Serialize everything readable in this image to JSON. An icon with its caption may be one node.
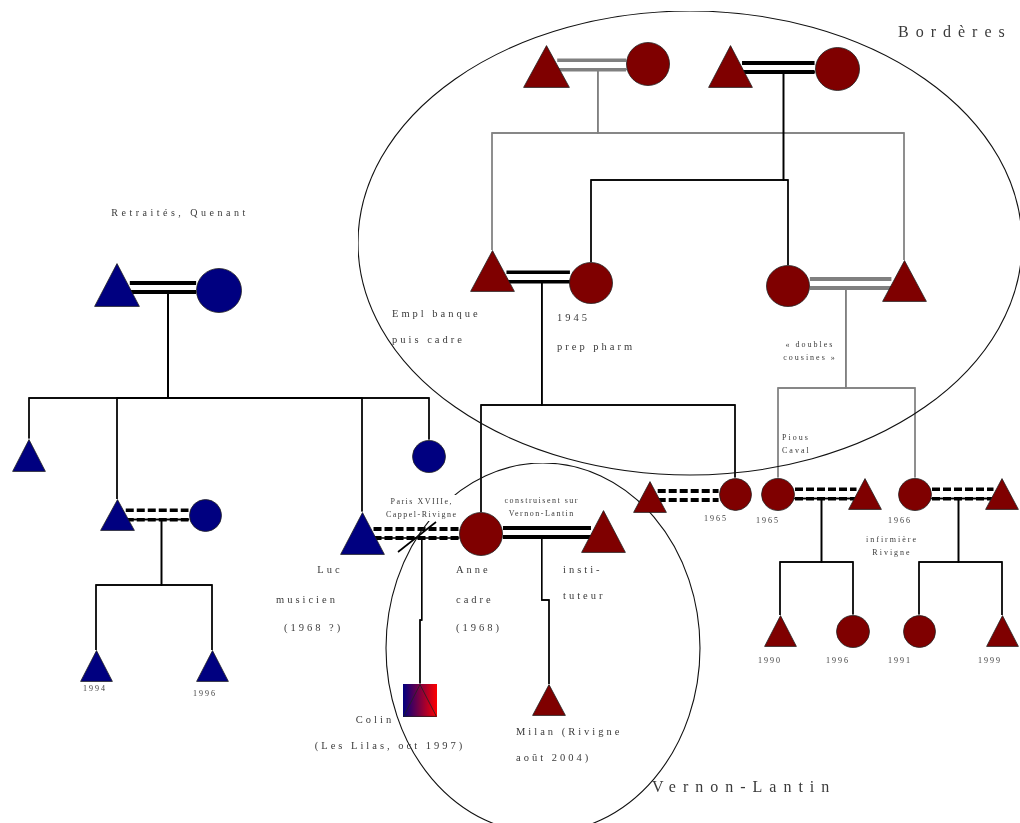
{
  "diagram": {
    "nodes": [
      {
        "text": [
          "Bordères"
        ]
      },
      {
        "text": [],
        "shape": "triangle",
        "in": 0
      },
      {
        "text": [],
        "shape": "circle",
        "in": 0
      },
      {
        "text": [],
        "shape": "triangle",
        "in": 0
      },
      {
        "text": [],
        "shape": "circle",
        "in": 0
      },
      {
        "text": [],
        "shape": "triangle",
        "in": 0,
        "beside": [
          "Empl banque puis cadre"
        ]
      },
      {
        "text": [],
        "shape": "circle",
        "in": 0,
        "beside": [
          "1945",
          "prep pharm"
        ]
      },
      {
        "text": [],
        "shape": "circle",
        "in": 0
      },
      {
        "text": [],
        "shape": "triangle",
        "in": 0
      },
      {
        "text": [],
        "shape": "triangle"
      },
      {
        "text": [],
        "shape": "circle"
      },
      {
        "text": [],
        "shape": "triangle"
      },
      {
        "text": [],
        "shape": "triangle"
      },
      {
        "text": [],
        "shape": "circle"
      },
      {
        "text": [],
        "shape": "triangle",
        "beside": [
          "Luc",
          "musicien",
          "(1968 ?)"
        ]
      },
      {
        "text": [],
        "shape": "circle"
      },
      {
        "text": [
          "Vernon-Lantin"
        ]
      },
      {
        "text": [],
        "shape": "circle",
        "in": 16,
        "beside": [
          "Anne",
          "cadre",
          "(1968)"
        ]
      },
      {
        "text": [],
        "shape": "triangle",
        "in": 16,
        "beside": [
          "insti- tuteur"
        ]
      },
      {
        "text": [],
        "shape": "triangle",
        "in": 16,
        "beside": [
          "Colin",
          "(Les Lilas, oct 1997)"
        ]
      },
      {
        "text": [],
        "shape": "triangle",
        "in": 16,
        "beside": [
          "Milan (Rivigne août 2004)"
        ]
      },
      {
        "text": [],
        "shape": "triangle",
        "beside": [
          "1994"
        ]
      },
      {
        "text": [],
        "shape": "triangle",
        "beside": [
          "1996"
        ]
      },
      {
        "text": [],
        "shape": "triangle"
      },
      {
        "text": [],
        "shape": "circle",
        "beside": [
          "1965"
        ]
      },
      {
        "text": [],
        "shape": "circle",
        "beside": [
          "Pious Caval",
          "1965"
        ]
      },
      {
        "text": [],
        "shape": "triangle"
      },
      {
        "text": [],
        "shape": "circle",
        "beside": [
          "1966",
          "infirmière Rivigne"
        ]
      },
      {
        "text": [],
        "shape": "triangle"
      },
      {
        "text": [],
        "shape": "triangle",
        "beside": [
          "1990"
        ]
      },
      {
        "text": [],
        "shape": "circle",
        "beside": [
          "1996"
        ]
      },
      {
        "text": [],
        "shape": "circle",
        "beside": [
          "1991"
        ]
      },
      {
        "text": [],
        "shape": "triangle",
        "beside": [
          "1999"
        ]
      }
    ],
    "edges": [
      {
        "from": 1,
        "to": 2,
        "arrow": "none",
        "style": "thick",
        "color": "#808080"
      },
      {
        "from": 3,
        "to": 4,
        "arrow": "none",
        "style": "thick"
      },
      {
        "from": 5,
        "to": 6,
        "arrow": "none",
        "style": "thick"
      },
      {
        "from": 7,
        "to": 8,
        "arrow": "none",
        "style": "thick",
        "color": "#808080"
      },
      {
        "from": 9,
        "to": 10,
        "arrow": "none",
        "style": "thick"
      },
      {
        "from": 12,
        "to": 13,
        "arrow": "none",
        "style": "dashed"
      },
      {
        "from": 14,
        "to": 17,
        "arrow": "none",
        "style": "dashed",
        "label": "Paris XVIIIe, Cappel-Rivigne"
      },
      {
        "from": 17,
        "to": 18,
        "arrow": "none",
        "style": "thick",
        "label": "construisent sur Vernon-Lantin"
      },
      {
        "from": 23,
        "to": 24,
        "arrow": "none",
        "style": "dashed"
      },
      {
        "from": 25,
        "to": 26,
        "arrow": "none",
        "style": "dashed"
      },
      {
        "from": 27,
        "to": 28,
        "arrow": "none",
        "style": "dashed"
      },
      {
        "from": 1,
        "to": 5,
        "arrow": "none",
        "color": "#808080"
      },
      {
        "from": 2,
        "to": 5,
        "arrow": "none",
        "color": "#808080"
      },
      {
        "from": 1,
        "to": 8,
        "arrow": "none",
        "color": "#808080"
      },
      {
        "from": 2,
        "to": 8,
        "arrow": "none",
        "color": "#808080"
      },
      {
        "from": 3,
        "to": 6,
        "arrow": "none"
      },
      {
        "from": 4,
        "to": 6,
        "arrow": "none"
      },
      {
        "from": 3,
        "to": 7,
        "arrow": "none"
      },
      {
        "from": 4,
        "to": 7,
        "arrow": "none"
      },
      {
        "from": 5,
        "to": 17,
        "arrow": "none"
      },
      {
        "from": 6,
        "to": 17,
        "arrow": "none"
      },
      {
        "from": 5,
        "to": 24,
        "arrow": "none"
      },
      {
        "from": 6,
        "to": 24,
        "arrow": "none"
      },
      {
        "from": 7,
        "to": 25,
        "arrow": "none",
        "color": "#808080"
      },
      {
        "from": 8,
        "to": 25,
        "arrow": "none",
        "color": "#808080"
      },
      {
        "from": 7,
        "to": 27,
        "arrow": "none",
        "color": "#808080"
      },
      {
        "from": 8,
        "to": 27,
        "arrow": "none",
        "color": "#808080"
      },
      {
        "from": 9,
        "to": 11,
        "arrow": "none"
      },
      {
        "from": 10,
        "to": 11,
        "arrow": "none"
      },
      {
        "from": 9,
        "to": 12,
        "arrow": "none"
      },
      {
        "from": 10,
        "to": 12,
        "arrow": "none"
      },
      {
        "from": 9,
        "to": 14,
        "arrow": "none"
      },
      {
        "from": 10,
        "to": 14,
        "arrow": "none"
      },
      {
        "from": 9,
        "to": 15,
        "arrow": "none"
      },
      {
        "from": 10,
        "to": 15,
        "arrow": "none"
      },
      {
        "from": 12,
        "to": 21,
        "arrow": "none"
      },
      {
        "from": 13,
        "to": 21,
        "arrow": "none"
      },
      {
        "from": 12,
        "to": 22,
        "arrow": "none"
      },
      {
        "from": 13,
        "to": 22,
        "arrow": "none"
      },
      {
        "from": 14,
        "to": 19,
        "arrow": "none"
      },
      {
        "from": 17,
        "to": 19,
        "arrow": "none"
      },
      {
        "from": 17,
        "to": 20,
        "arrow": "none"
      },
      {
        "from": 18,
        "to": 20,
        "arrow": "none"
      },
      {
        "from": 25,
        "to": 29,
        "arrow": "none"
      },
      {
        "from": 26,
        "to": 29,
        "arrow": "none"
      },
      {
        "from": 25,
        "to": 30,
        "arrow": "none"
      },
      {
        "from": 26,
        "to": 30,
        "arrow": "none"
      },
      {
        "from": 27,
        "to": 31,
        "arrow": "none"
      },
      {
        "from": 28,
        "to": 31,
        "arrow": "none"
      },
      {
        "from": 27,
        "to": 32,
        "arrow": "none"
      },
      {
        "from": 28,
        "to": 32,
        "arrow": "none"
      }
    ],
    "labels": [
      "Retraités, Quenant",
      "« doubles cousines »"
    ]
  }
}
